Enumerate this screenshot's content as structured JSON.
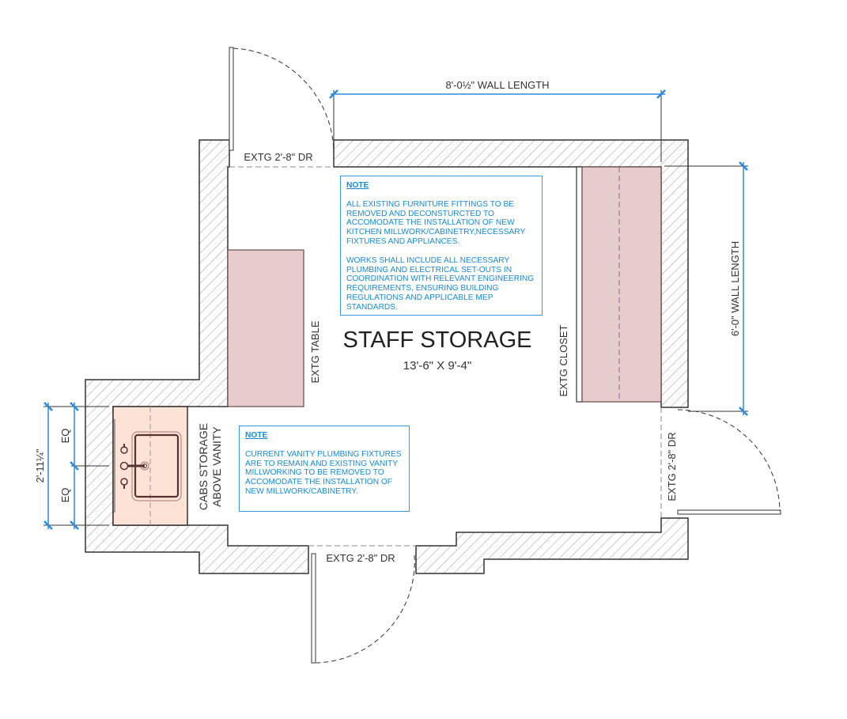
{
  "room": {
    "name": "STAFF STORAGE",
    "size": "13'-6\" X 9'-4\""
  },
  "dimensions": {
    "top": "8'-0½\" WALL LENGTH",
    "right": "6'-0\" WALL LENGTH",
    "left": "2'-11¼\"",
    "eq_upper": "EQ",
    "eq_lower": "EQ"
  },
  "doors": {
    "top": "EXTG 2'-8\" DR",
    "bottom": "EXTG 2'-8\" DR",
    "right": "EXTG 2'-8\" DR"
  },
  "furniture": {
    "table": "EXTG TABLE",
    "closet": "EXTG CLOSET",
    "vanity_line1": "CABS  STORAGE",
    "vanity_line2": "ABOVE VANITY"
  },
  "notes": [
    {
      "title": "NOTE",
      "paragraphs": [
        "ALL EXISTING FURNITURE FITTINGS TO BE REMOVED AND DECONSTURCTED TO ACCOMODATE THE INSTALLATION OF NEW KITCHEN MILLWORK/CABINETRY,NECESSARY FIXTURES AND APPLIANCES.",
        "WORKS SHALL INCLUDE ALL NECESSARY PLUMBING AND ELECTRICAL SET-OUTS IN COORDINATION WITH RELEVANT ENGINEERING REQUIREMENTS, ENSURING BUILDING REGULATIONS AND APPLICABLE MEP STANDARDS."
      ]
    },
    {
      "title": "NOTE",
      "paragraphs": [
        "CURRENT VANITY PLUMBING FIXTURES ARE TO REMAIN AND EXISTING VANITY MILLWORKING TO BE REMOVED TO ACCOMODATE THE INSTALLATION OF NEW MILLWORK/CABINETRY."
      ]
    }
  ],
  "colors": {
    "dimension": "#2a8ae0",
    "note": "#1a8ad4",
    "furniture": "#e6cccc",
    "vanity": "#fde2d6"
  }
}
